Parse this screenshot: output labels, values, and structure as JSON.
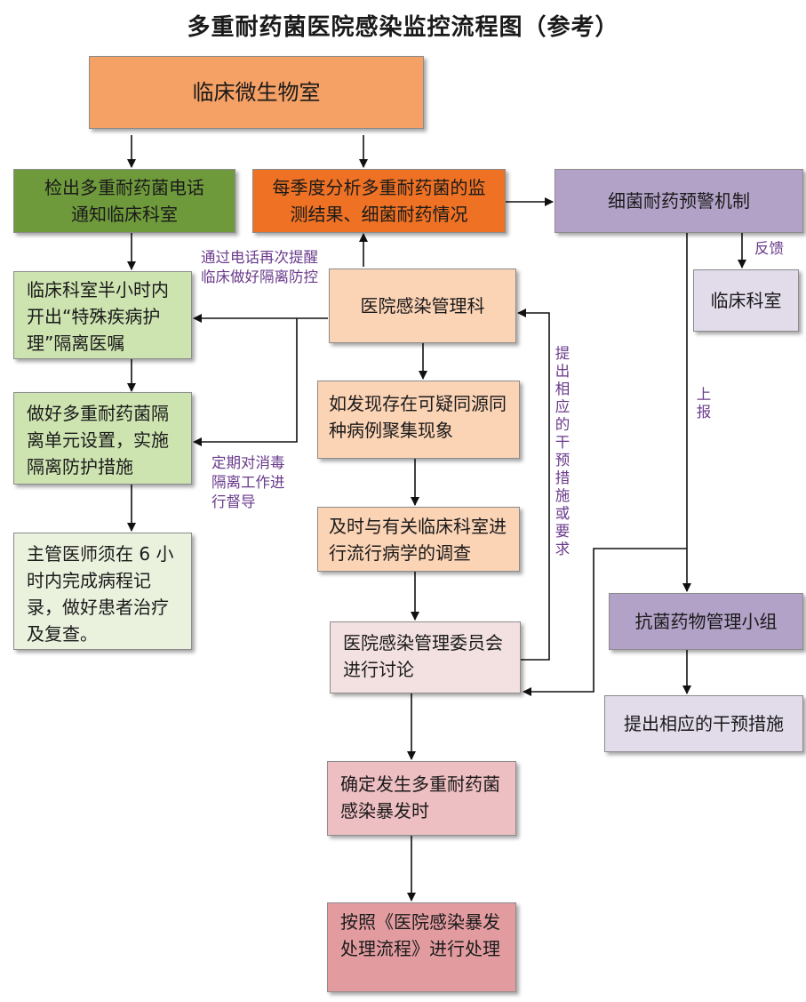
{
  "title": "多重耐药菌医院感染监控流程图（参考）",
  "boxes": {
    "micro_lab": "临床微生物室",
    "detect_notify": "检出多重耐药菌电话通知临床科室",
    "quarterly_analysis": "每季度分析多重耐药菌的监测结果、细菌耐药情况",
    "warning_mechanism": "细菌耐药预警机制",
    "clinical_dept_right": "临床科室",
    "half_hour_order": "临床科室半小时内开出“特殊疾病护理”隔离医嘱",
    "infection_dept": "医院感染管理科",
    "isolation_setup": "做好多重耐药菌隔离单元设置，实施隔离防护措施",
    "suspected_cluster": "如发现存在可疑同源同种病例聚集现象",
    "epidemiology": "及时与有关临床科室进行流行病学的调查",
    "physician_record": "主管医师须在 6 小时内完成病程记录，做好患者治疗及复查。",
    "committee_discussion": "医院感染管理委员会进行讨论",
    "antibiotic_group": "抗菌药物管理小组",
    "propose_measures": "提出相应的干预措施",
    "outbreak_confirm": "确定发生多重耐药菌感染暴发时",
    "outbreak_process": "按照《医院感染暴发处理流程》进行处理"
  },
  "notes": {
    "phone_remind": "通过电话再次提醒临床做好隔离防控",
    "feedback": "反馈",
    "report": "上报",
    "propose_requirements": "提出相应的干预措施或要求",
    "supervise": "定期对消毒隔离工作进行督导"
  },
  "colors": {
    "orange_top": "#f5a064",
    "dark_green": "#6f9a3c",
    "dark_orange": "#ee7124",
    "purple": "#b3a2c8",
    "light_purple": "#e1dbea",
    "light_green": "#cde3b0",
    "pale_green": "#eaf2de",
    "light_orange": "#fbd3b5",
    "pink_light": "#f3e1e1",
    "pink": "#eebfc2",
    "rose": "#e29ca0",
    "note_purple": "#6a3b8c"
  }
}
